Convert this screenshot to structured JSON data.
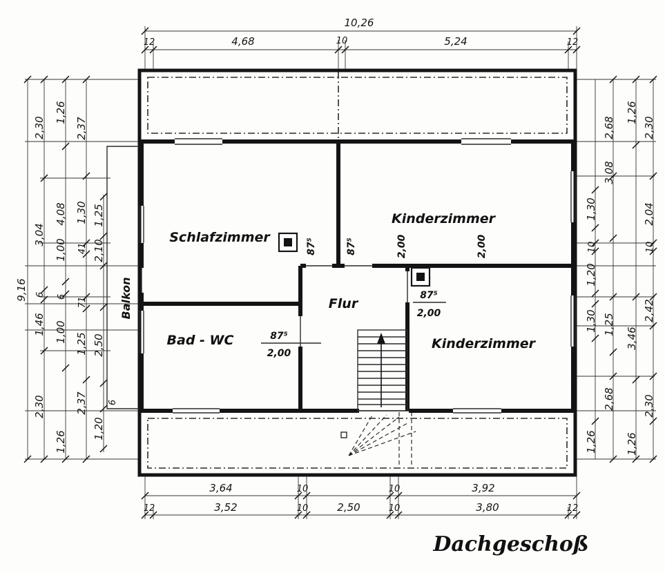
{
  "title": "Dachgeschoß",
  "rooms": {
    "schlafzimmer": "Schlafzimmer",
    "kinderzimmer_top": "Kinderzimmer",
    "flur": "Flur",
    "bad_wc": "Bad - WC",
    "kinderzimmer_bottom": "Kinderzimmer",
    "balkon": "Balkon"
  },
  "doors": {
    "width": "87⁵",
    "height": "2,00"
  },
  "dims": {
    "top": {
      "total": "10,26",
      "row": [
        "12",
        "4,68",
        "10",
        "5,24",
        "12"
      ]
    },
    "bottom": {
      "row1": [
        "3,64",
        "10",
        "10",
        "3,92"
      ],
      "row2": [
        "12",
        "3,52",
        "10",
        "2,50",
        "10",
        "3,80",
        "12"
      ]
    },
    "left": {
      "total": "9,16",
      "a": [
        "2,30",
        "3,04",
        "6",
        "1,46",
        "2,30"
      ],
      "b": [
        "1,26",
        "4,08",
        "1,00",
        "6",
        "1,00",
        "1,26"
      ],
      "c": [
        "2,37",
        "1,30",
        "41",
        "71",
        "1,25",
        "2,37"
      ],
      "d": [
        "1,25",
        "2,10",
        "2,50",
        "1,20"
      ],
      "balkon_tick": "6"
    },
    "right": {
      "e": [
        "1,30",
        "10",
        "1,20",
        "1,30",
        "1,26"
      ],
      "f": [
        "2,68",
        "3,08",
        "1,25",
        "2,68"
      ],
      "g": [
        "1,26",
        "3,46",
        "1,26"
      ],
      "h": [
        "2,30",
        "2,04",
        "10",
        "2,42",
        "2,30"
      ]
    }
  }
}
